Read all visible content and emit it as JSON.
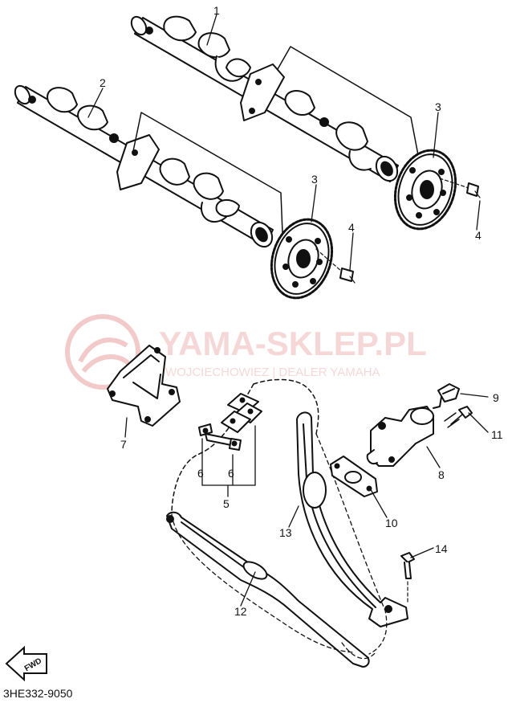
{
  "watermark": {
    "brand": "YAMA-SKLEP.PL",
    "dealer": "WOJCIECHOWIEZ | DEALER YAMAHA",
    "color": "#f3c3c3"
  },
  "callouts": [
    "1",
    "2",
    "3",
    "3",
    "4",
    "4",
    "5",
    "6",
    "6",
    "7",
    "8",
    "9",
    "10",
    "11",
    "12",
    "13",
    "14"
  ],
  "fwd_label": "FWD",
  "drawing_code": "3HE332-9050",
  "colors": {
    "line": "#111111",
    "watermark": "#f3c3c3"
  }
}
